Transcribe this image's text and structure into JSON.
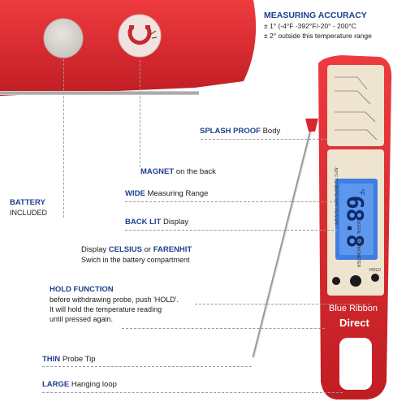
{
  "accuracy": {
    "title": "MEASURING ACCURACY",
    "line1": "± 1° (-4°F -392°F/-20° - 200°C",
    "line2": "± 2° outside this temperature range"
  },
  "splash": {
    "bold": "SPLASH PROOF",
    "rest": "Body"
  },
  "magnet": {
    "bold": "MAGNET",
    "rest": "on the back"
  },
  "battery": {
    "bold": "BATTERY",
    "sub": "INCLUDED"
  },
  "wide": {
    "bold": "WIDE",
    "rest": "Measuring Range"
  },
  "backlit": {
    "bold": "BACK LIT",
    "rest": "Display"
  },
  "celsius": {
    "pre": "Display",
    "bold1": "CELSIUS",
    "mid": "or",
    "bold2": "FARENHIT",
    "sub": "Swich in the battery compartment"
  },
  "hold": {
    "title": "HOLD FUNCTION",
    "line1": "before withdrawing probe, push 'HOLD'.",
    "line2": "It will hold the temperature reading",
    "line3": "until pressed again."
  },
  "thin": {
    "bold": "THIN",
    "rest": "Probe Tip"
  },
  "large": {
    "bold": "LARGE",
    "rest": "Hanging loop"
  },
  "device": {
    "reading": "68.8",
    "unit": "°F",
    "side_label": "DIGITAL THERMOMETER",
    "range_label": "-50°C TO 300°C/-58°F TO 572°F",
    "hold_label": "HOLD",
    "brand1": "Blue Ribbon",
    "brand2": "Direct"
  },
  "colors": {
    "body": "#d8262c",
    "accent_text": "#1f3f8f",
    "screen": "#3f7ee0",
    "panel": "#eee4d0"
  }
}
